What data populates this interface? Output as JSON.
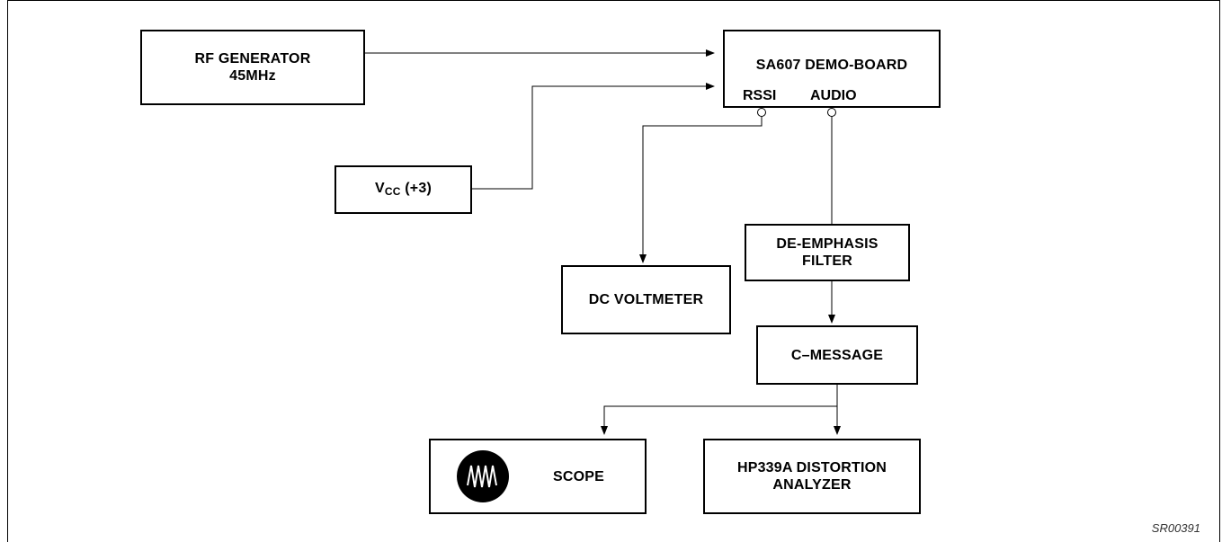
{
  "blocks": {
    "rf_generator": {
      "line1": "RF GENERATOR",
      "line2": "45MHz"
    },
    "demo_board": {
      "title": "SA607 DEMO-BOARD",
      "rssi": "RSSI",
      "audio": "AUDIO"
    },
    "vcc": {
      "main": "V",
      "sub": "CC",
      "value": " (+3)"
    },
    "dc_voltmeter": {
      "label": "DC VOLTMETER"
    },
    "de_emphasis": {
      "line1": "DE-EMPHASIS",
      "line2": "FILTER"
    },
    "c_message": {
      "label": "C–MESSAGE"
    },
    "scope": {
      "label": "SCOPE",
      "icon": "waveform-icon"
    },
    "distortion_analyzer": {
      "line1": "HP339A DISTORTION",
      "line2": "ANALYZER"
    }
  },
  "figure_id": "SR00391",
  "colors": {
    "line": "#000000",
    "background": "#ffffff"
  }
}
